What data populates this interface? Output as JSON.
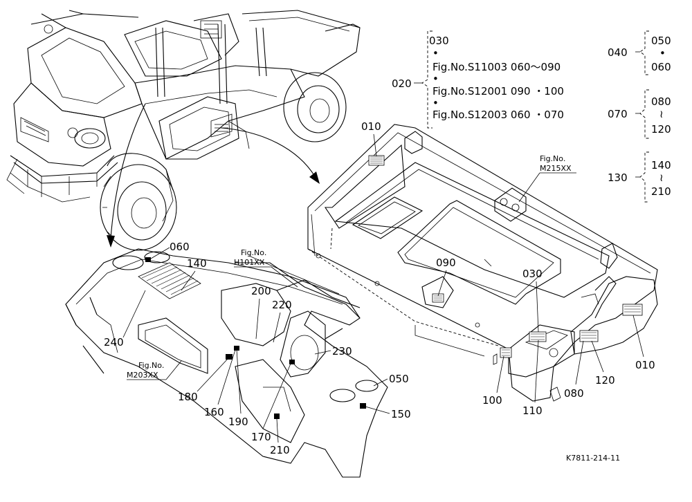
{
  "callouts": {
    "c010a": "010",
    "c010b": "010",
    "c020": "020",
    "c030a": "030",
    "c030b": "030",
    "c040": "040",
    "c050a": "050",
    "c050b": "050",
    "c060a": "060",
    "c060b": "060",
    "c070": "070",
    "c080a": "080",
    "c080b": "080",
    "c090": "090",
    "c100": "100",
    "c110": "110",
    "c120a": "120",
    "c120b": "120",
    "c130": "130",
    "c140a": "140",
    "c140b": "140",
    "c150": "150",
    "c160": "160",
    "c170": "170",
    "c180": "180",
    "c190": "190",
    "c200": "200",
    "c210a": "210",
    "c210b": "210",
    "c220": "220",
    "c230": "230",
    "c240": "240"
  },
  "figrefs": {
    "m215_label": "Fig.No.",
    "m215_code": "M215XX",
    "h101_label": "Fig.No.",
    "h101_code": "H101XX",
    "m203_label": "Fig.No.",
    "m203_code": "M203XX"
  },
  "group020": {
    "dot": "•",
    "row1": "Fig.No.S11003  060～090",
    "row2": "Fig.No.S12001  090 ・100",
    "row3": "Fig.No.S12003  060 ・070"
  },
  "symbols": {
    "dot": "•",
    "tilde": "≀"
  },
  "drawing_code": "K7811-214-11"
}
